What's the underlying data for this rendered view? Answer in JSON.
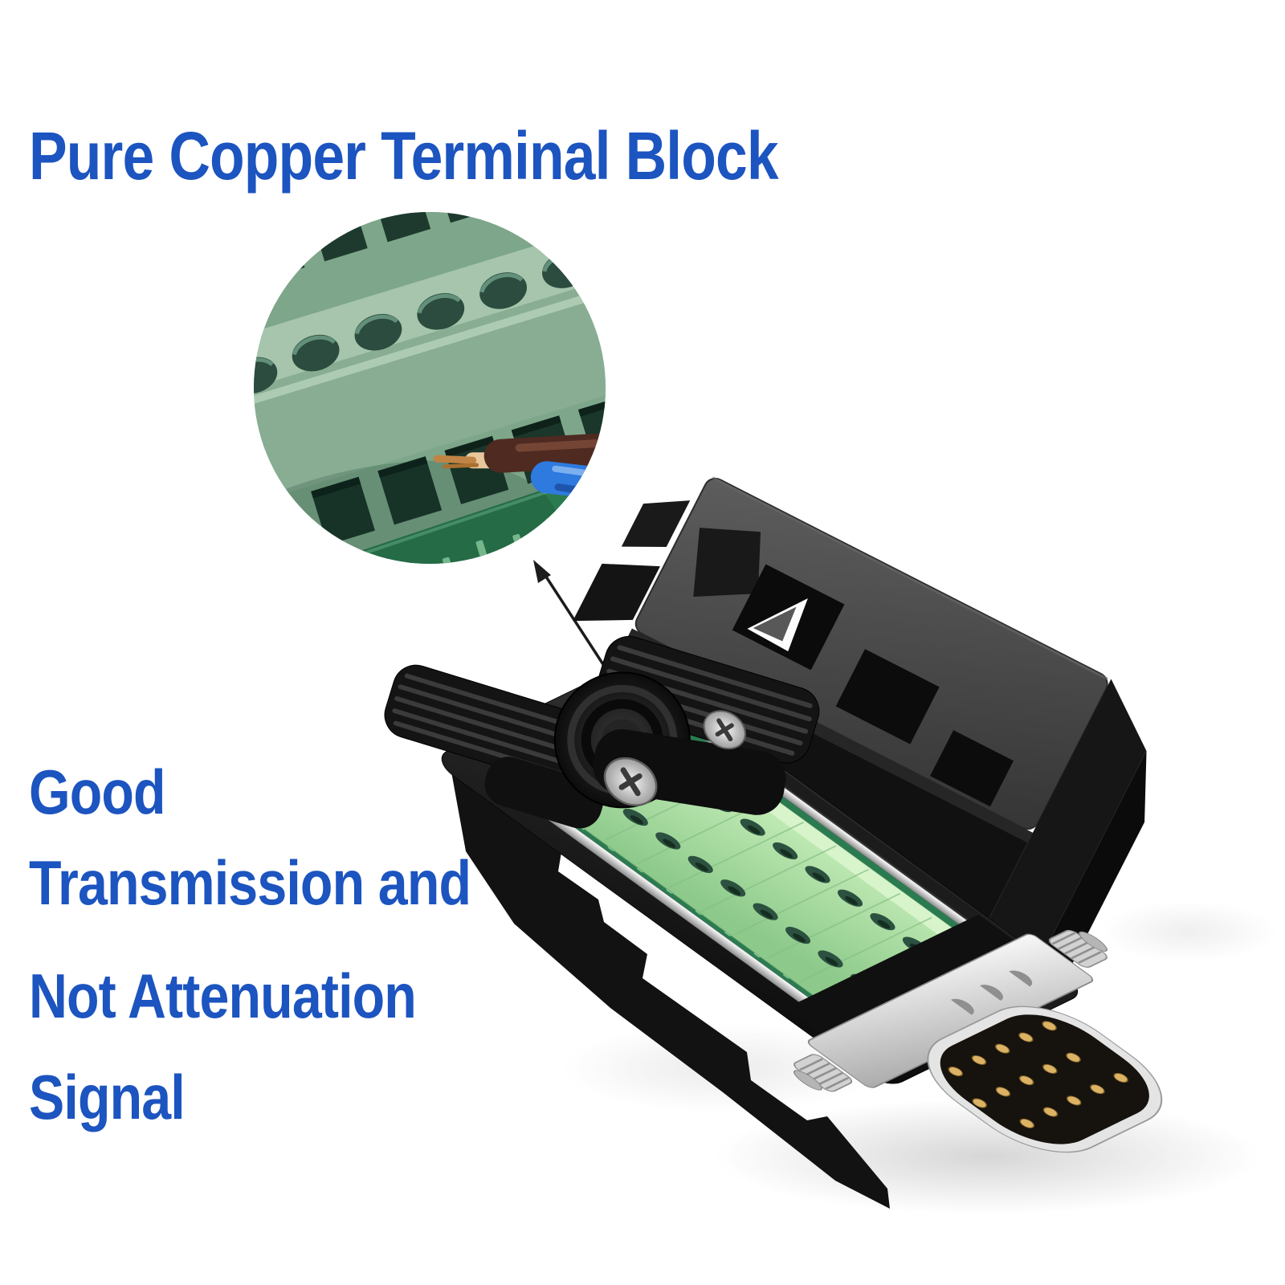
{
  "image": {
    "type": "product-marketing-photo",
    "background": "#ffffff"
  },
  "headline": {
    "text": "Pure Copper Terminal Block"
  },
  "feature_text": {
    "lines": [
      "Good",
      "Transmission and",
      "Not Attenuation",
      "Signal"
    ]
  },
  "callout": {
    "inset_subject": "terminal-block-macro-closeup",
    "arrow": "from-connector-to-inset",
    "wires_visible": [
      "brown",
      "blue",
      "stripped-copper"
    ]
  },
  "product": {
    "subject": "DB15-VGA-male-solderless-breakout-connector-with-open-housing",
    "parts": [
      "housing-lid",
      "housing-body",
      "screw-terminal-block",
      "pcb",
      "metal-guide-rods",
      "cable-clamp-wings",
      "cable-gland",
      "clamp-screws",
      "vga-flange",
      "vga-shroud",
      "vga-pins-15",
      "thumbscrews"
    ]
  },
  "colors": {
    "accent": "#1c54c0",
    "sage": "#88ad93",
    "sageLight": "#a6c5ac",
    "sageFace": "#7da68a",
    "holeGreen": "#24443a",
    "pcbGreen": "#2b7b50",
    "pcbMark": "#8fd6a4",
    "termLight": "#c9f0bb",
    "termMid": "#8cc98a",
    "termHole": "#2c5140",
    "wireBrown": "#4f2a21",
    "wireBlue": "#2e7ade",
    "wireCopper": "#e9c79d",
    "housingBlack": "#141414",
    "lidGray": "#4a4a4a",
    "metalLight": "#e8e8e8",
    "pinGold": "#dcb264"
  }
}
